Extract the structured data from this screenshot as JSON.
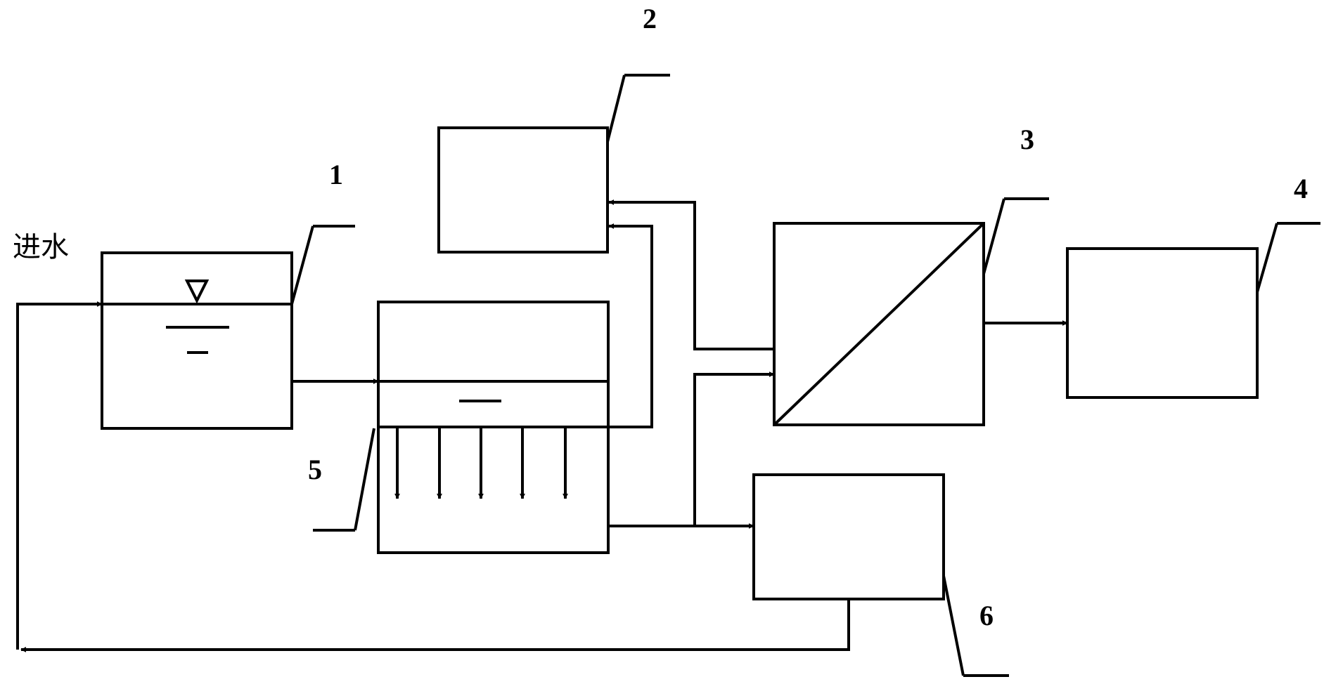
{
  "labels": {
    "unit1": "1",
    "unit2": "2",
    "unit3": "3",
    "unit4": "4",
    "unit5": "5",
    "unit6": "6",
    "inlet": "进水"
  },
  "colors": {
    "line": "#000000",
    "background": "#ffffff"
  }
}
